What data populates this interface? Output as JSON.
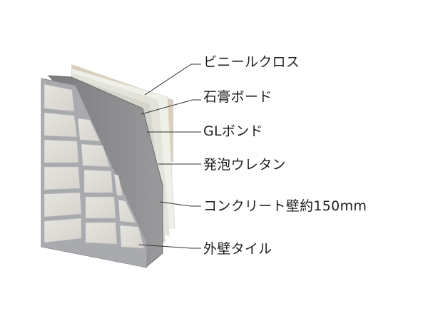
{
  "layers": [
    {
      "id": "vinyl",
      "label": "ビニールクロス"
    },
    {
      "id": "gypsum",
      "label": "石膏ボード"
    },
    {
      "id": "gl",
      "label": "GLボンド"
    },
    {
      "id": "urethane",
      "label": "発泡ウレタン"
    },
    {
      "id": "concrete",
      "label": "コンクリート壁約150mm"
    },
    {
      "id": "tile",
      "label": "外壁タイル"
    }
  ],
  "colors": {
    "vinyl": "#d7cdb9",
    "gypsum": "#efefe8",
    "urethane": "#e4e4da",
    "concrete": "#8d8d8f",
    "tile": "#dedbd5",
    "grout": "#a9aaae",
    "leader": "#333333"
  }
}
